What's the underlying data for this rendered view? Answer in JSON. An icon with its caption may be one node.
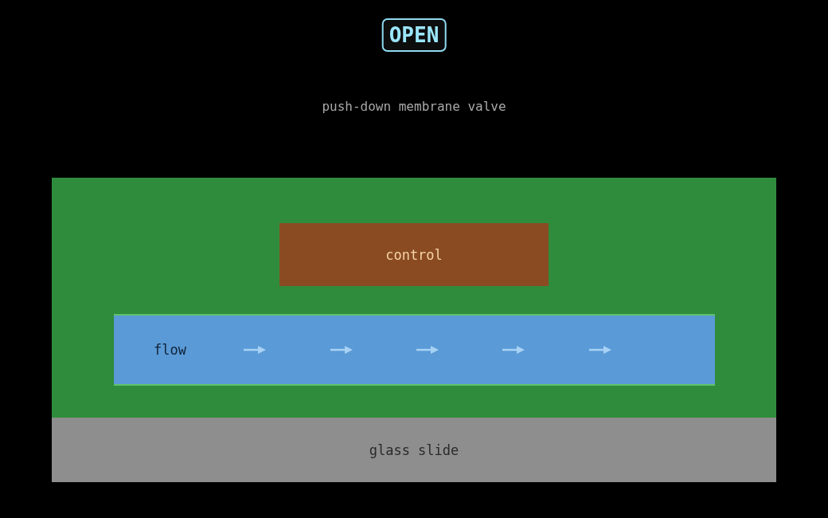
{
  "diagram": {
    "title": "OPEN",
    "nodes": [
      {
        "text": [],
        "shape": "box"
      },
      {
        "text": [
          "control"
        ],
        "in": 0
      },
      {
        "text": [
          "flow"
        ],
        "in": 0
      },
      {
        "text": [
          "glass slide"
        ]
      }
    ],
    "edges": [],
    "labels": [
      "push-down membrane valve"
    ]
  }
}
